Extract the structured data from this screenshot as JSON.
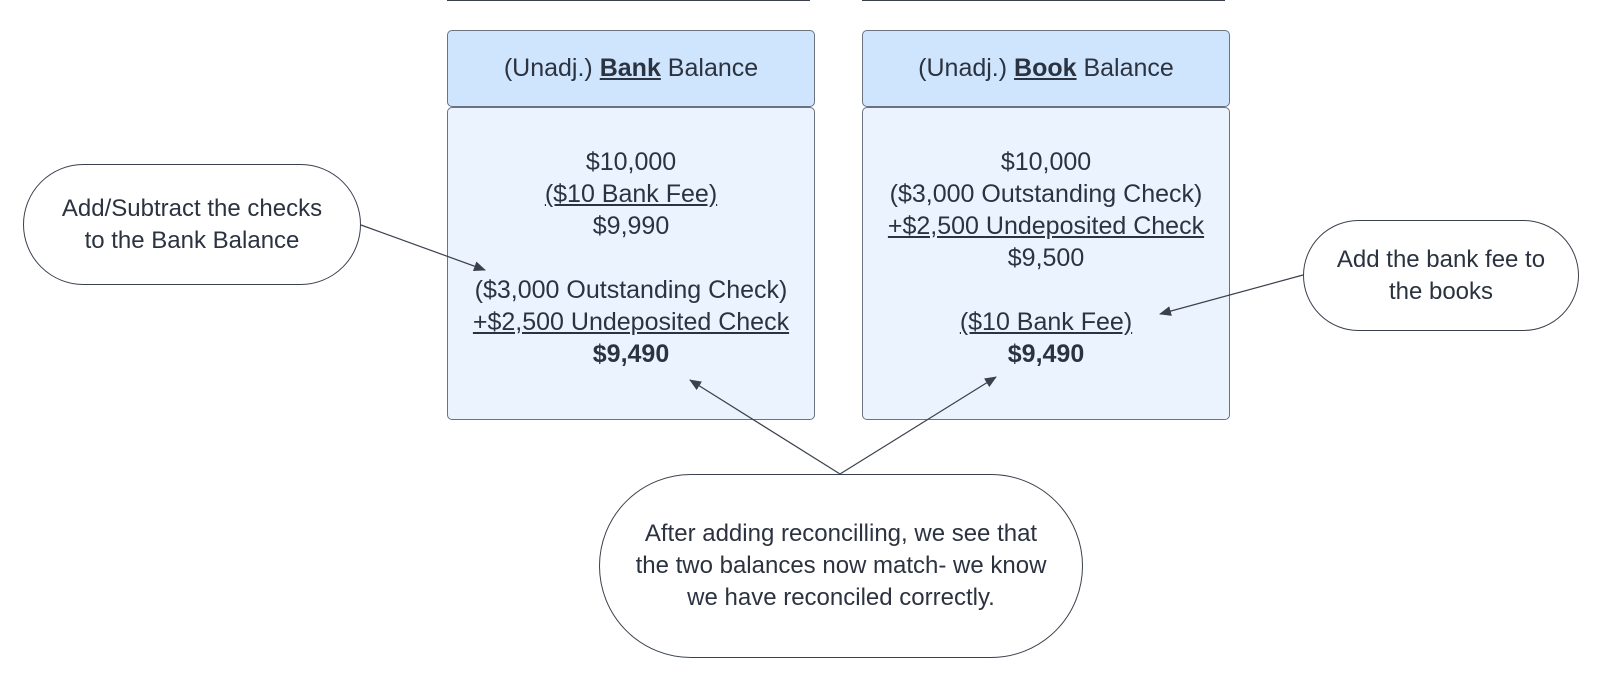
{
  "bank_column": {
    "header": {
      "prefix": "(Unadj.) ",
      "keyword": "Bank",
      "suffix": " Balance"
    },
    "lines": {
      "l1": "$10,000",
      "l2": "($10 Bank Fee)",
      "l3": "$9,990",
      "l4": "($3,000 Outstanding Check)",
      "l5": "+$2,500 Undeposited Check",
      "l6": "$9,490"
    }
  },
  "book_column": {
    "header": {
      "prefix": "(Unadj.) ",
      "keyword": "Book",
      "suffix": " Balance"
    },
    "lines": {
      "l1": "$10,000",
      "l2": "($3,000 Outstanding Check)",
      "l3": "+$2,500 Undeposited Check",
      "l4": "$9,500",
      "l5": "($10 Bank Fee)",
      "l6": "$9,490"
    }
  },
  "callouts": {
    "left": {
      "line1": "Add/Subtract the checks",
      "line2": "to the Bank Balance"
    },
    "right": {
      "line1": "Add the bank fee to",
      "line2": "the books"
    },
    "bottom": {
      "line1": "After adding reconcilling, we see that",
      "line2": "the two balances now match- we know",
      "line3": "we have reconciled correctly."
    }
  },
  "colors": {
    "header_fill": "#cfe4fd",
    "body_fill": "#eaf3fe",
    "stroke": "#3a414c",
    "text": "#2b3340"
  }
}
